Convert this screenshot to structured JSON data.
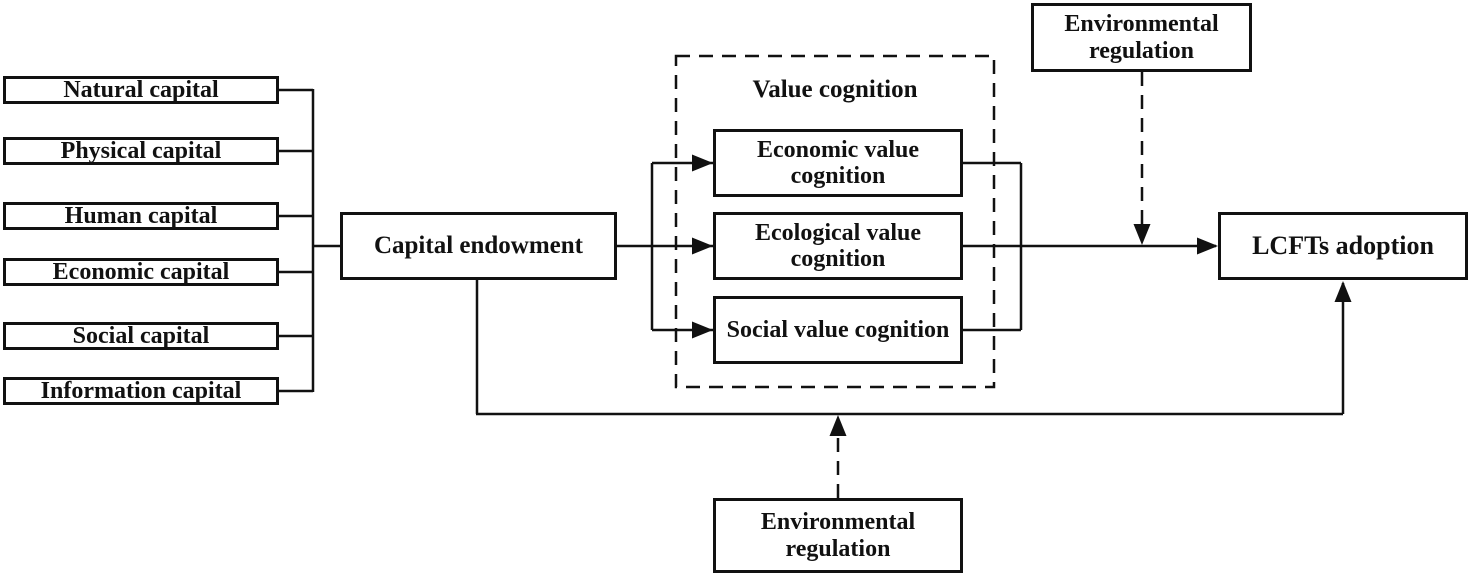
{
  "diagram": {
    "capitals": [
      "Natural capital",
      "Physical capital",
      "Human capital",
      "Economic capital",
      "Social capital",
      "Information capital"
    ],
    "capital_endowment": "Capital endowment",
    "value_cognition": {
      "title": "Value cognition",
      "items": [
        "Economic value cognition",
        "Ecological value cognition",
        "Social value cognition"
      ]
    },
    "env_regulation_top": "Environmental regulation",
    "env_regulation_bottom": "Environmental regulation",
    "lcfts_adoption": "LCFTs adoption",
    "colors": {
      "line": "#111111",
      "background": "#ffffff",
      "box_fill": "#ffffff"
    }
  }
}
